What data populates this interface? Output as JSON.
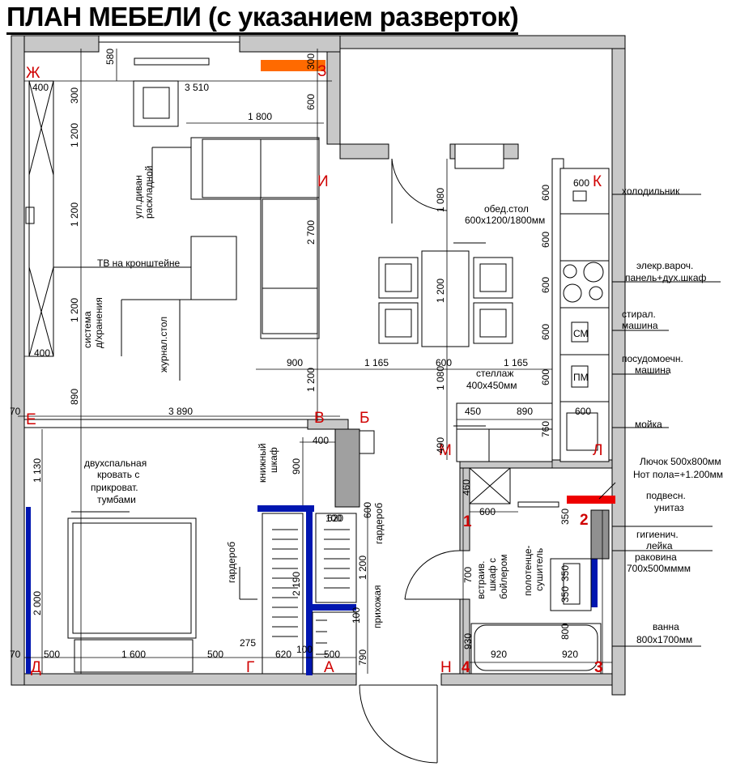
{
  "title": "ПЛАН МЕБЕЛИ (с указанием разверток)",
  "colors": {
    "wall_fill": "#c8c8c8",
    "accent_red": "#d00000",
    "orange": "#ff6a00",
    "blue_wall": "#0016b0",
    "gray_block": "#a0a0a0",
    "red_block": "#ee0000"
  },
  "markers": [
    "Ж",
    "З",
    "И",
    "К",
    "Е",
    "В",
    "Б",
    "М",
    "Л",
    "Д",
    "Г",
    "А",
    "Н",
    "1",
    "2",
    "3",
    "4"
  ],
  "labels": {
    "sofa": [
      "угл.диван",
      "раскладной"
    ],
    "tv": "ТВ на кронштейне",
    "storage": [
      "система",
      "д/хранения"
    ],
    "coffee_table": "журнал.стол",
    "dining": [
      "обед.стол",
      "600х1200/1800мм"
    ],
    "rack": [
      "стеллаж",
      "400х450мм"
    ],
    "fridge": "холодильник",
    "hob": [
      "элекр.вароч.",
      "панель+дух.шкаф"
    ],
    "washer": [
      "стирал.",
      "машина"
    ],
    "dishwasher": [
      "посудомоечн.",
      "машина"
    ],
    "sink": "мойка",
    "sm": "СМ",
    "pm": "ПМ",
    "bed": [
      "двухспальная",
      "кровать с",
      "прикроват.",
      "тумбами"
    ],
    "bookshelf": [
      "книжный",
      "шкаф"
    ],
    "wardrobe1": "гардероб",
    "wardrobe2": "гардероб",
    "hallway": "прихожая",
    "hatch": [
      "Лючок 500х800мм",
      "Нот  пола=+1.200мм"
    ],
    "toilet": [
      "подвесн.",
      "унитаз"
    ],
    "shower": [
      "гигиенич.",
      "лейка"
    ],
    "basin": [
      "раковина",
      "700х500мммм"
    ],
    "bath": [
      "ванна",
      "800х1700мм"
    ],
    "boiler": [
      "встраив.",
      "шкаф с",
      "бойлером"
    ],
    "towel": [
      "полотенце-",
      "сушитель"
    ]
  },
  "dims": [
    "580",
    "300",
    "400",
    "3 510",
    "300",
    "600",
    "1 800",
    "1 200",
    "1 200",
    "2 700",
    "1 200",
    "400",
    "900",
    "1 165",
    "600",
    "1 165",
    "1 200",
    "890",
    "70",
    "3 890",
    "1 080",
    "600",
    "600",
    "600",
    "600",
    "600",
    "600",
    "1 200",
    "1 080",
    "450",
    "890",
    "600",
    "760",
    "400",
    "900",
    "490",
    "1 130",
    "2 000",
    "70",
    "500",
    "1 600",
    "500",
    "275",
    "620",
    "100",
    "500",
    "790",
    "100",
    "620",
    "2 190",
    "1 200",
    "100",
    "460",
    "600",
    "350",
    "350",
    "700",
    "350",
    "800",
    "930",
    "920",
    "920",
    "600"
  ]
}
